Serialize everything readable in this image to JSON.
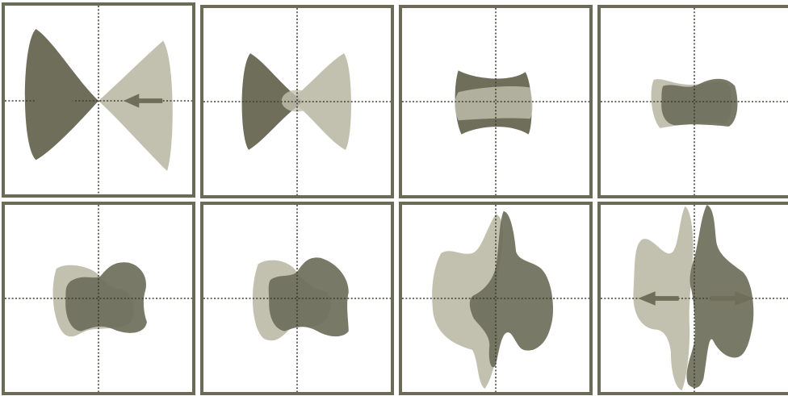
{
  "figure": {
    "colors": {
      "frame": "#6b6b58",
      "dark_shape": "#6e6e5b",
      "light_shape": "#c2c1b0",
      "axis": "#3a3a30"
    },
    "panels": [
      {
        "row": 1,
        "col": 1,
        "stage": "apart-converging"
      },
      {
        "row": 1,
        "col": 2,
        "stage": "touching"
      },
      {
        "row": 1,
        "col": 3,
        "stage": "compressed"
      },
      {
        "row": 1,
        "col": 4,
        "stage": "merged"
      },
      {
        "row": 2,
        "col": 1,
        "stage": "rebounding"
      },
      {
        "row": 2,
        "col": 2,
        "stage": "rebounding"
      },
      {
        "row": 2,
        "col": 3,
        "stage": "expanding"
      },
      {
        "row": 2,
        "col": 4,
        "stage": "separating"
      }
    ],
    "arrows": [
      "arrow-right",
      "arrow-left"
    ]
  }
}
